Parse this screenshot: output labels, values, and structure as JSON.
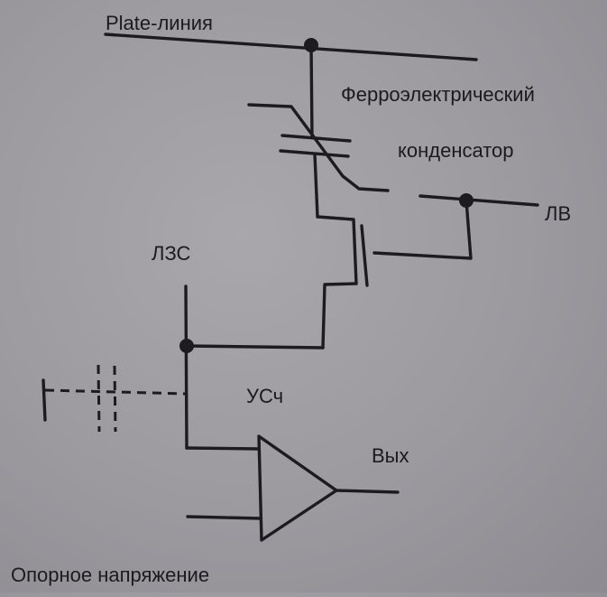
{
  "labels": {
    "plate_line": "Plate-линия",
    "ferro_line1": "Ферроэлектрический",
    "ferro_line2": "конденсатор",
    "word_line": "ЛВ",
    "bit_line": "ЛЗС",
    "sense_amp": "УСч",
    "output": "Вых",
    "reference_voltage": "Опорное напряжение"
  }
}
